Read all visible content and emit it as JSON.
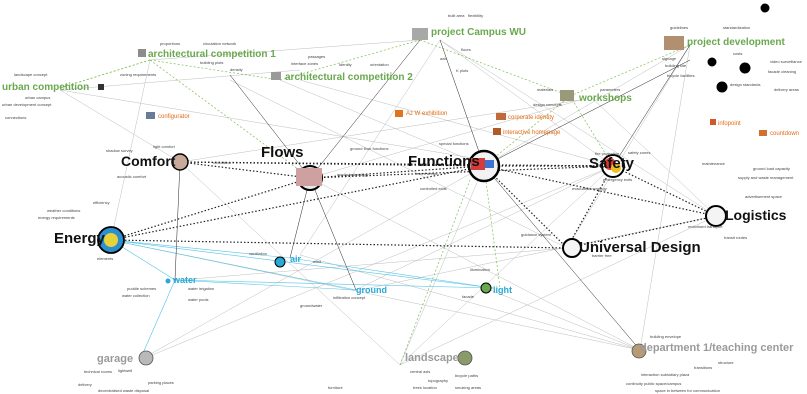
{
  "hubs": {
    "flows": "Flows",
    "functions": "Functions",
    "comfort": "Comfort",
    "energy": "Energy",
    "safety": "Safety",
    "logistics": "Logistics",
    "universal_design": "Universal Design"
  },
  "projects": {
    "urban_competition": "urban competition",
    "arch_comp_1": "architectural competition 1",
    "arch_comp_2": "architectural competition 2",
    "campus_wu": "project Campus WU",
    "development": "project development",
    "workshops": "workshops"
  },
  "elements": {
    "air": "air",
    "water": "water",
    "ground": "ground",
    "light": "light",
    "garage": "garage",
    "landscape": "landscape",
    "department": "department 1/teaching center"
  },
  "small_orange": {
    "configurator": "configurator",
    "az_w_exhibition": "Az W exhibition",
    "corporate_identity": "corporate identity",
    "interactive_homepage": "interactive homepage",
    "infopoint": "infopoint",
    "countdown": "countdown"
  },
  "notes": {
    "landscape_concept": "landscape concept",
    "urban_campus": "urban campus",
    "urban_development_concept": "urban development concept",
    "connections": "connections",
    "proportions": "proportions",
    "circulation_network": "circulation network",
    "passages": "passages",
    "interface_zones": "interface zones",
    "identity": "identity",
    "orientation": "orientation",
    "building_plots": "building plots",
    "density": "density",
    "zoning_requirements": "zoning requirements",
    "materials": "materials",
    "design_concepts": "design concepts",
    "parameters": "parameters",
    "guidelines": "guidelines",
    "standardization": "standardization",
    "costs": "costs",
    "signage": "signage",
    "building_site": "building site",
    "bicycle_facilities": "bicycle facilities",
    "video_surveillance": "video surveillance",
    "facade_cleaning": "facade cleaning",
    "design_standards": "design standards",
    "delivery_areas": "delivery areas",
    "light_comfort": "light comfort",
    "shadow_survey": "shadow survey",
    "acoustic_comfort": "acoustic comfort",
    "circulation": "circulation",
    "weather_conditions": "weather conditions",
    "energy_requirements": "energy requirements",
    "efficiency": "efficiency",
    "ground_floor_functions": "ground floor functions",
    "special_functions": "special functions",
    "media_technology": "media technology",
    "event_areas": "event areas",
    "controlled_exits": "controlled exits",
    "fire_protection": "fire protection",
    "safety_zones": "safety zones",
    "emergency_exits": "emergency exits",
    "evacuation_strategy": "evacuation strategy",
    "maintenance": "maintenance",
    "ground_load_capacity": "ground load capacity",
    "supply_waste": "supply and waste management",
    "advertisement_space": "advertisement space",
    "motorised_transport": "motorised transport",
    "transit_routes": "transit routes",
    "guidance_system": "guidance system",
    "barrier_free": "barrier free",
    "illumination": "illumination",
    "facade": "facade",
    "ventilation": "ventilation",
    "wind": "wind",
    "elements": "elements",
    "puddle_schemes": "puddle schemes",
    "water_irrigation": "water irrigation",
    "water_collection": "water collection",
    "water_pools": "water pools",
    "infiltration_concept": "infiltration concept",
    "groundwater": "groundwater",
    "technical_rooms": "technical rooms",
    "lightwell": "lightwell",
    "delivery": "delivery",
    "parking_places": "parking places",
    "decentralised_waste": "decentralised waste disposal",
    "furniture": "furniture",
    "central_axis": "central axis",
    "bicycle_paths": "bicycle paths",
    "topography": "topography",
    "trees_location": "trees location",
    "smoking_areas": "smoking areas",
    "building_envelope": "building envelope",
    "structure": "structure",
    "transitions": "transitions",
    "interaction_zone": "interaction subsidiary plaza",
    "continuity": "continuity public space/campus",
    "space_between": "space in between for communication",
    "floors": "floors",
    "axis": "axis",
    "k_plans": "K plans",
    "k_plots": "K plots",
    "built_area": "built area",
    "flexibility": "flexibility"
  },
  "colors": {
    "hub_text": "#111111",
    "project_green": "#6aa84f",
    "element_blue": "#29a9d6",
    "orange": "#e26a12",
    "grey_text": "#9a9a9a",
    "edge_black": "#222222",
    "edge_grey": "#bdbdbd",
    "edge_green": "#7cbf4f",
    "edge_blue": "#55c4e8"
  }
}
